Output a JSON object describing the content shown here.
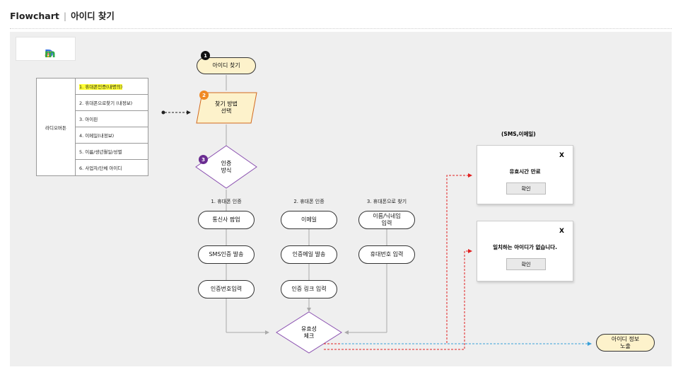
{
  "header": {
    "prefix": "Flowchart",
    "separator": "|",
    "title": "아이디 찾기"
  },
  "logo": {
    "text": "Daum"
  },
  "side_table": {
    "row_label": "라디오버튼",
    "options": [
      "1. 휴대폰인증(내명의)",
      "2. 휴대폰으로찾기 (내정보)",
      "3. 아이핀",
      "4. 이메일(내정보)",
      "5. 이름/생년월일/성별",
      "6. 사업자/단체 아이디"
    ]
  },
  "steps": {
    "start": {
      "number": "1",
      "label": "아이디 찾기"
    },
    "method": {
      "number": "2",
      "label": "찾기 방법\n선택"
    },
    "auth": {
      "number": "3",
      "label": "인증\n방식"
    }
  },
  "branches": [
    {
      "title": "1. 휴대폰 인증",
      "steps": [
        "통신사 팝업",
        "SMS인증 발송",
        "인증번호입력"
      ]
    },
    {
      "title": "2. 휴대폰 인증",
      "steps": [
        "이메일",
        "인증메일 발송",
        "인증 링크 입력"
      ]
    },
    {
      "title": "3. 휴대폰으로 찾기",
      "steps": [
        "이름/닉네임\n입력",
        "휴대번호 입력"
      ]
    }
  ],
  "validity": {
    "label": "유효성\n체크"
  },
  "result": {
    "label": "아이디 정보\n노출"
  },
  "popups": {
    "title": "(SMS,이메일)",
    "expired": {
      "close": "X",
      "message": "유효시간 만료",
      "button": "확인"
    },
    "no_match": {
      "close": "X",
      "message": "일치하는 아이디가 없습니다.",
      "button": "확인"
    }
  },
  "colors": {
    "step1": "#111111",
    "step2": "#f08a24",
    "step3": "#6a2c91",
    "yellow_fill": "#fdf2cb",
    "error_line": "#e02020",
    "success_line": "#3aa0d8"
  }
}
